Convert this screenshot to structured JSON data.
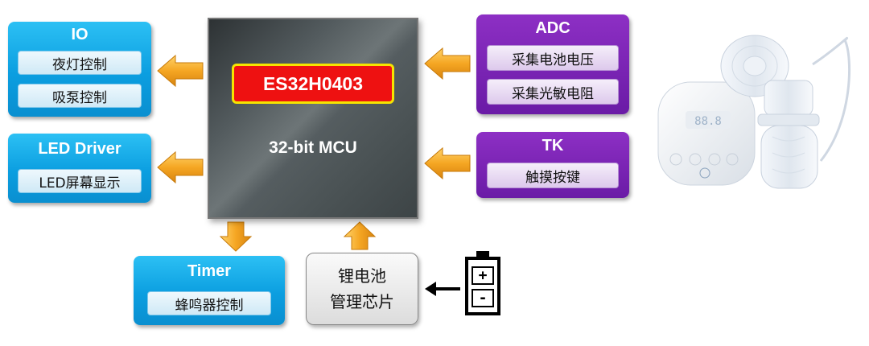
{
  "mcu": {
    "chip": "ES32H0403",
    "label": "32-bit MCU"
  },
  "io": {
    "title": "IO",
    "items": [
      "夜灯控制",
      "吸泵控制"
    ]
  },
  "led": {
    "title": "LED Driver",
    "items": [
      "LED屏幕显示"
    ]
  },
  "timer": {
    "title": "Timer",
    "items": [
      "蜂鸣器控制"
    ]
  },
  "adc": {
    "title": "ADC",
    "items": [
      "采集电池电压",
      "采集光敏电阻"
    ]
  },
  "tk": {
    "title": "TK",
    "items": [
      "触摸按键"
    ]
  },
  "battery_mgmt": {
    "line1": "锂电池",
    "line2": "管理芯片"
  },
  "battery_icon": {
    "plus": "+",
    "minus": "-"
  },
  "product": {
    "display_text": "88.8"
  },
  "colors": {
    "blue": "#0b9ee0",
    "purple": "#6a1ba6",
    "arrow": "#f5a623",
    "chip": "#ee1111",
    "chip_border": "#f6e400"
  }
}
